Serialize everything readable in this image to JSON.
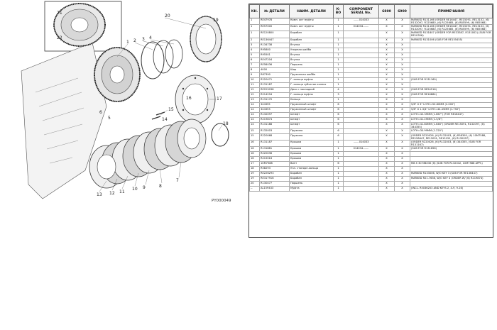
{
  "diagram": {
    "figure_id": "PY000049",
    "refs": [
      "1",
      "2",
      "3",
      "4",
      "5",
      "6",
      "7",
      "8",
      "9",
      "10",
      "11",
      "12",
      "13",
      "14",
      "15",
      "16",
      "17",
      "18",
      "19",
      "20",
      "21",
      "22"
    ]
  },
  "table": {
    "headers": [
      "КН.",
      "№ ДЕТАЛИ",
      "НАИМ. ДЕТАЛИ",
      "К-ВО",
      "COMPONENT SERIAL No.",
      "6800",
      "6900",
      "ПРИМЕЧАНИЯ"
    ],
    "rows": [
      {
        "kn": "1",
        "part": "RE47978",
        "name": "Комп. акт муфты",
        "qty": "1",
        "serial": "......-014033",
        "c6800": "X",
        "c6900": "X",
        "note": "MARKED R131166 (ORDER RE16447, RE15091, RE13152, (6) R132097, R125680, (6) R125685, (6) R85599, (6) R85568)"
      },
      {
        "kn": "1",
        "part": "RE57000",
        "name": "Комп. акт муфты",
        "qty": "1",
        "serial": "014034-......",
        "c6800": "X",
        "c6900": "X",
        "note": "MARKED R131166 (ORDER RE16447, RE15091, RE13152, (6) R132097, R125680, (6) R125685, (6) R85599, (6) R85568)"
      },
      {
        "kn": "1",
        "part": "RE120800",
        "name": "Барабан",
        "qty": "1",
        "serial": "",
        "c6800": "X",
        "c6900": "X",
        "note": "MARKED R131807 (ORDER FOR RE33387, R131002) (SUB FOR RE10356)"
      },
      {
        "kn": "2",
        "part": "RE136447",
        "name": "Барабан",
        "qty": "1",
        "serial": "",
        "c6800": "X",
        "c6900": "X",
        "note": "MARKED R131006 (SUB FOR RE155455)"
      },
      {
        "kn": "3",
        "part": "R134738",
        "name": "Втулка",
        "qty": "1",
        "serial": "",
        "c6800": "X",
        "c6900": "X",
        "note": ""
      },
      {
        "kn": "4",
        "part": "R95800",
        "name": "Упорная шайба",
        "qty": "1",
        "serial": "",
        "c6800": "X",
        "c6900": "X",
        "note": ""
      },
      {
        "kn": "5",
        "part": "R95501",
        "name": "Втулка",
        "qty": "1",
        "serial": "",
        "c6800": "X",
        "c6900": "X",
        "note": ""
      },
      {
        "kn": "6",
        "part": "RE47204",
        "name": "Втулка",
        "qty": "1",
        "serial": "",
        "c6800": "X",
        "c6900": "X",
        "note": ""
      },
      {
        "kn": "7",
        "part": "RE58036",
        "name": "Поршень",
        "qty": "1",
        "serial": "",
        "c6800": "X",
        "c6900": "X",
        "note": ""
      },
      {
        "kn": "8",
        "part": "4000",
        "name": "Шар",
        "qty": "1",
        "serial": "",
        "c6800": "X",
        "c6900": "X",
        "note": ""
      },
      {
        "kn": "9",
        "part": "R87390",
        "name": "Пружинная шайба",
        "qty": "1",
        "serial": "",
        "c6800": "X",
        "c6900": "X",
        "note": ""
      },
      {
        "kn": "10",
        "part": "R220471",
        "name": "Г. кольцо муфты",
        "qty": "1",
        "serial": "",
        "c6800": "X",
        "c6900": "X",
        "note": "(SUB FOR R131160)"
      },
      {
        "kn": "11",
        "part": "R131187",
        "name": "Г. кольцо зубчатое колесо",
        "qty": "1",
        "serial": "",
        "c6800": "X",
        "c6900": "X",
        "note": ""
      },
      {
        "kn": "12",
        "part": "RE229038",
        "name": "Диск с накладкой",
        "qty": "4",
        "serial": "",
        "c6800": "X",
        "c6900": "X",
        "note": "(SUB FOR RE54516)"
      },
      {
        "kn": "12",
        "part": "R214294",
        "name": "Г. кольцо муфты",
        "qty": "3",
        "serial": "",
        "c6800": "X",
        "c6900": "X",
        "note": "(SUB FOR RE16884)"
      },
      {
        "kn": "13",
        "part": "R131170",
        "name": "Кольцо",
        "qty": "1",
        "serial": "",
        "c6800": "X",
        "c6900": "X",
        "note": ""
      },
      {
        "kn": "14",
        "part": "344355",
        "name": "Пружинный штифт",
        "qty": "6",
        "serial": "",
        "c6800": "X",
        "c6900": "X",
        "note": "5/8\" X 3\" LOTH=50.80MM (2.000\")"
      },
      {
        "kn": "14",
        "part": "344353",
        "name": "Пружинный штифт",
        "qty": "6",
        "serial": "",
        "c6800": "X",
        "c6900": "X",
        "note": "5/8\" X 1-3/4\" LOTH=44.45MM (1.750\")"
      },
      {
        "kn": "14",
        "part": "R132097",
        "name": "Штифт",
        "qty": "6",
        "serial": "",
        "c6800": "X",
        "c6900": "X",
        "note": "LOTH=42.35MM (1.667\") (FOR RE16447)"
      },
      {
        "kn": "14",
        "part": "R219874",
        "name": "Штифт",
        "qty": "6",
        "serial": "",
        "c6800": "X",
        "c6900": "X",
        "note": "LOTH=41.25MM (1-5/8\")"
      },
      {
        "kn": "14",
        "part": "R131188",
        "name": "Штифт",
        "qty": "6",
        "serial": "",
        "c6800": "X",
        "c6900": "X",
        "note": "LOTH=41.80MM (1.646\") (ORDER RE15091, R132097, (6) 344355)"
      },
      {
        "kn": "15",
        "part": "R132003",
        "name": "Пружина",
        "qty": "6",
        "serial": "",
        "c6800": "X",
        "c6900": "X",
        "note": "LOTH=30.99MM (1.220\")"
      },
      {
        "kn": "15",
        "part": "R220068",
        "name": "Пружина",
        "qty": "6",
        "serial": "",
        "c6800": "X",
        "c6900": "X",
        "note": "(ORDER R220026, (6) R132003, (6) R58395, (6) 10M7588, RE158447, RE15091, RE13152, (6) R132097)"
      },
      {
        "kn": "16",
        "part": "R131187",
        "name": "Крышка",
        "qty": "1",
        "serial": "......-014033",
        "c6800": "X",
        "c6900": "X",
        "note": "(ORDER R220026, (6) R132003, (6) 344355, (SUB FOR R131167)"
      },
      {
        "kn": "16",
        "part": "R131881",
        "name": "Крышка",
        "qty": "1",
        "serial": "014034-......",
        "c6800": "X",
        "c6900": "X",
        "note": "(SUB FOR R131656)"
      },
      {
        "kn": "16",
        "part": "R220036",
        "name": "Крышка",
        "qty": "1",
        "serial": "",
        "c6800": "X",
        "c6900": "X",
        "note": ""
      },
      {
        "kn": "16",
        "part": "R215016",
        "name": "Крышка",
        "qty": "1",
        "serial": "",
        "c6800": "X",
        "c6900": "X",
        "note": ""
      },
      {
        "kn": "17",
        "part": "10M7588",
        "name": "Винт",
        "qty": "6",
        "serial": "",
        "c6800": "X",
        "c6900": "X",
        "note": "M8 X 30 M8X30 (6) (SUB FOR R132042, 10M7588 APPL)"
      },
      {
        "kn": "18",
        "part": "R58293",
        "name": "Упл. стопорн.кольцо",
        "qty": "1",
        "serial": "",
        "c6800": "X",
        "c6900": "X",
        "note": ""
      },
      {
        "kn": "19",
        "part": "RE226293",
        "name": "Барабан",
        "qty": "1",
        "serial": "",
        "c6800": "X",
        "c6900": "X",
        "note": "MARKED R133006, W/O KEY 3 (SUB FOR RE136447)"
      },
      {
        "kn": "19",
        "part": "RE317916",
        "name": "Барабан",
        "qty": "1",
        "serial": "",
        "c6800": "X",
        "c6900": "X",
        "note": "MARKED R21.7636, W/O KEY 4 (ORDER W/ (6) R219874)"
      },
      {
        "kn": "20",
        "part": "R130477",
        "name": "Поршень",
        "qty": "1",
        "serial": "",
        "c6800": "X",
        "c6900": "X",
        "note": ""
      },
      {
        "kn": "--",
        "part": "AL159433",
        "name": "Муфта",
        "qty": "1",
        "serial": "",
        "c6800": "X",
        "c6900": "X",
        "note": "(INCL. R5036203 AND KEYS 2, 4-9, 9-16)"
      }
    ]
  }
}
